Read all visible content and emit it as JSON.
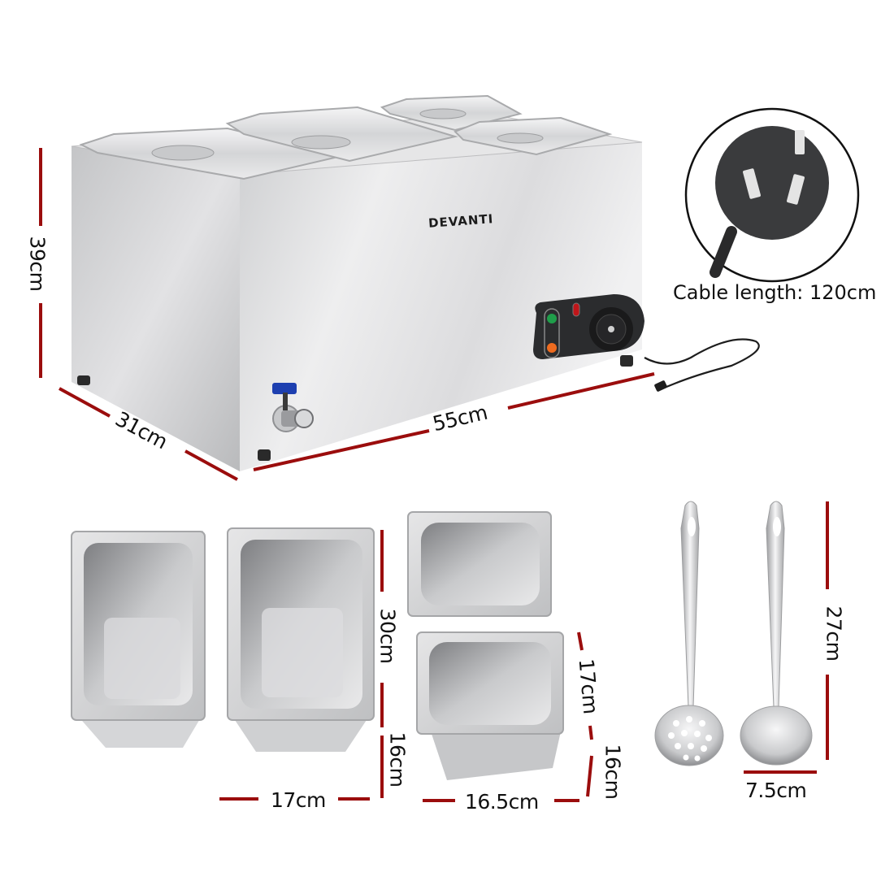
{
  "product": {
    "brand": "DEVANTI",
    "name": "Bain Marie with 4 pans and 2 ladles",
    "accent_color": "#9b0d0d"
  },
  "main_unit": {
    "height_label": "39cm",
    "depth_label": "31cm",
    "width_label": "55cm",
    "controls": {
      "power_light_color": "#1f9e4a",
      "heat_light_color": "#ee6b1f",
      "indicator_color": "#c0161a",
      "knob": "temperature-dial"
    },
    "tap_color": "#1d3fb0"
  },
  "plug_inset": {
    "cable_label": "Cable length: 120cm"
  },
  "pans": {
    "large_height_label": "30cm",
    "large_depth_label": "16cm",
    "large_width_label": "17cm",
    "small_length_label": "17cm",
    "small_depth_label": "16cm",
    "small_width_label": "16.5cm"
  },
  "ladles": {
    "length_label": "27cm",
    "width_label": "7.5cm",
    "items": [
      "slotted-ladle",
      "solid-ladle"
    ]
  }
}
